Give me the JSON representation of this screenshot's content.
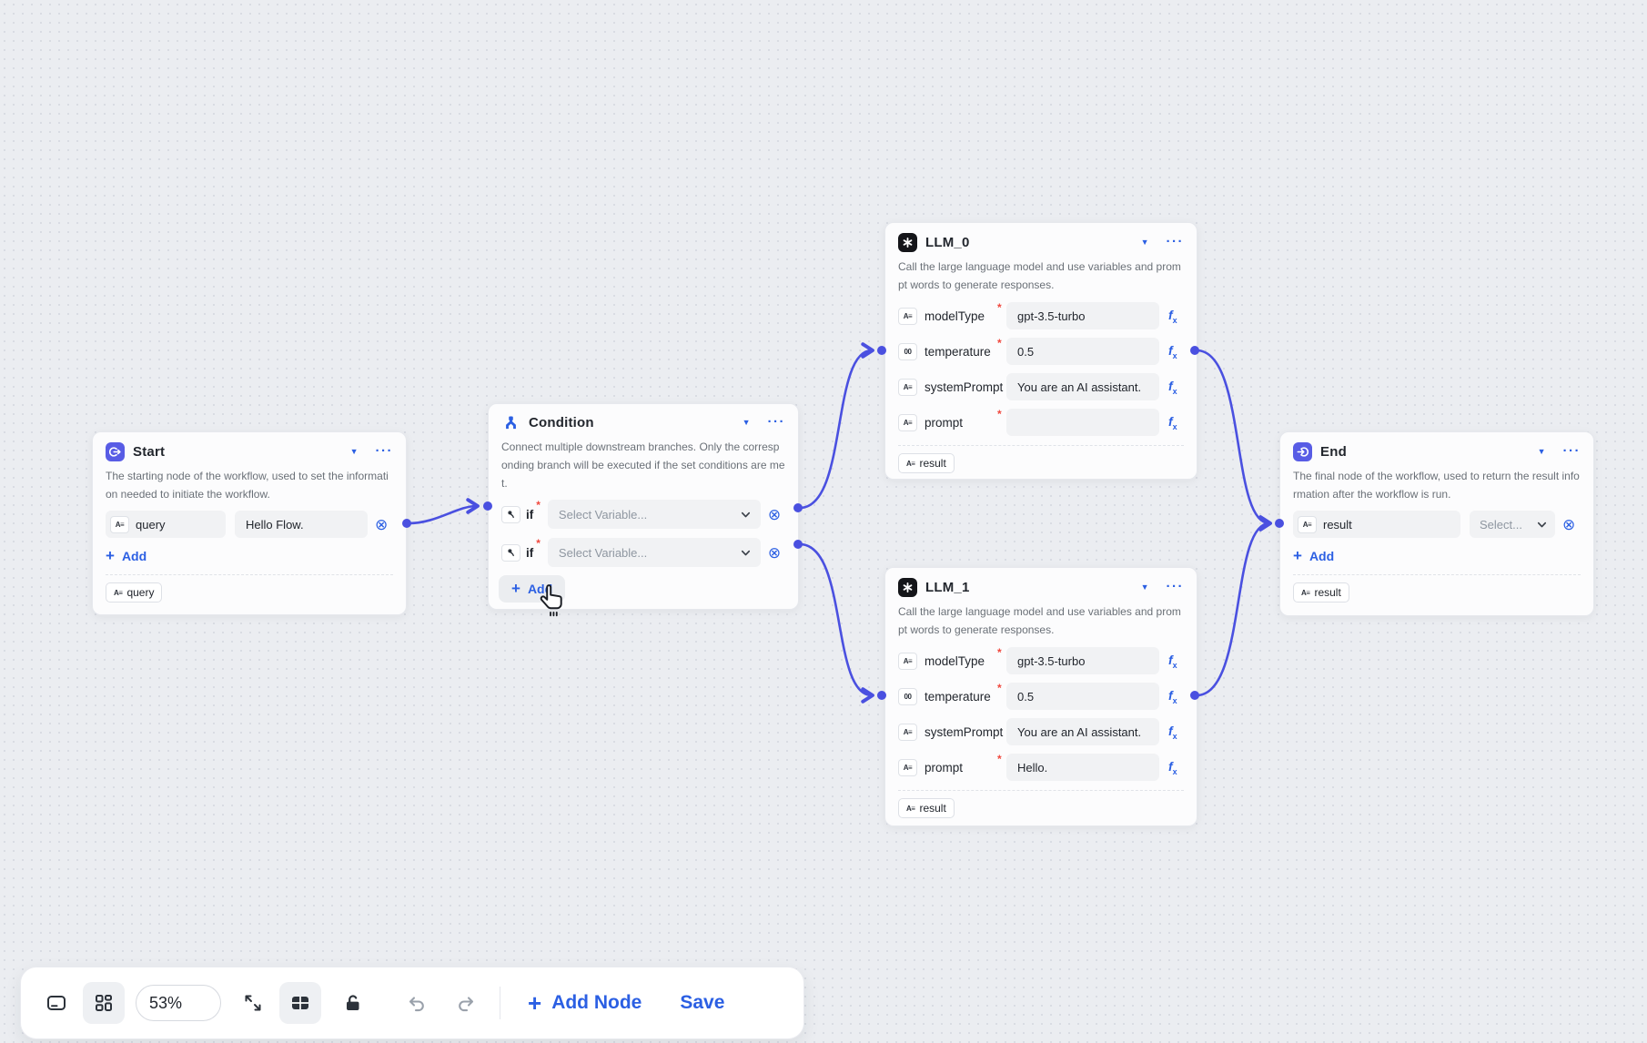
{
  "icons": {
    "caret": "▼",
    "more": "···",
    "remove": "⊗",
    "plus": "+",
    "fx_f": "f",
    "fx_x": "x",
    "required": "*",
    "type_text": "A≡",
    "type_number": "00"
  },
  "nodes": {
    "start": {
      "title": "Start",
      "description": "The starting node of the workflow, used to set the information needed to initiate the workflow.",
      "fields": [
        {
          "name": "query",
          "value": "Hello Flow."
        }
      ],
      "add_label": "Add",
      "outputs": [
        "query"
      ]
    },
    "condition": {
      "title": "Condition",
      "description": "Connect multiple downstream branches. Only the corresponding branch will be executed if the set conditions are met.",
      "branches": [
        {
          "label": "if",
          "placeholder": "Select Variable..."
        },
        {
          "label": "if",
          "placeholder": "Select Variable..."
        }
      ],
      "add_label": "Add"
    },
    "llm0": {
      "title": "LLM_0",
      "description": "Call the large language model and use variables and prompt words to generate responses.",
      "fields": [
        {
          "name": "modelType",
          "value": "gpt-3.5-turbo"
        },
        {
          "name": "temperature",
          "value": "0.5"
        },
        {
          "name": "systemPrompt",
          "value": "You are an AI assistant."
        },
        {
          "name": "prompt",
          "value": ""
        }
      ],
      "outputs": [
        "result"
      ]
    },
    "llm1": {
      "title": "LLM_1",
      "description": "Call the large language model and use variables and prompt words to generate responses.",
      "fields": [
        {
          "name": "modelType",
          "value": "gpt-3.5-turbo"
        },
        {
          "name": "temperature",
          "value": "0.5"
        },
        {
          "name": "systemPrompt",
          "value": "You are an AI assistant."
        },
        {
          "name": "prompt",
          "value": "Hello."
        }
      ],
      "outputs": [
        "result"
      ]
    },
    "end": {
      "title": "End",
      "description": "The final node of the workflow, used to return the result information after the workflow is run.",
      "fields": [
        {
          "name": "result",
          "placeholder": "Select..."
        }
      ],
      "add_label": "Add",
      "outputs": [
        "result"
      ]
    }
  },
  "toolbar": {
    "zoom_value": "53%",
    "add_node_label": "Add Node",
    "save_label": "Save"
  },
  "colors": {
    "accent": "#2b5fe3",
    "edge": "#4a50e0",
    "required": "#f0483e",
    "node_header_indigo": "#585ce5",
    "node_header_black": "#141519"
  }
}
